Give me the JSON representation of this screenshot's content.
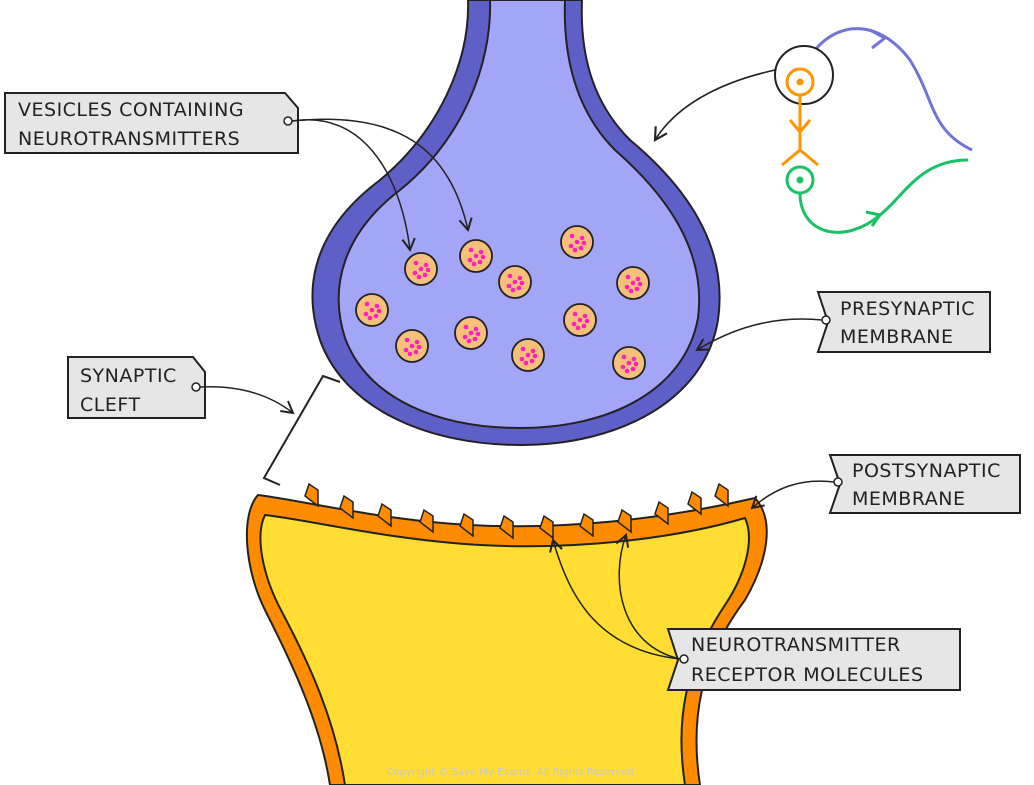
{
  "labels": {
    "vesicles": {
      "line1": "VESICLES   CONTAINING",
      "line2": "NEUROTRANSMITTERS"
    },
    "presynaptic": {
      "line1": "PRESYNAPTIC",
      "line2": "MEMBRANE"
    },
    "synaptic_cleft": {
      "line1": "SYNAPTIC",
      "line2": "CLEFT"
    },
    "postsynaptic": {
      "line1": "POSTSYNAPTIC",
      "line2": "MEMBRANE"
    },
    "receptor": {
      "line1": "NEUROTRANSMITTER",
      "line2": "RECEPTOR    MOLECULES"
    }
  },
  "copyright": "Copyright © Save My Exams. All Rights Reserved",
  "colors": {
    "presynaptic_fill": "#a3a5f7",
    "presynaptic_membrane": "#5f5fc8",
    "postsynaptic_fill": "#ffdd33",
    "postsynaptic_membrane": "#ff8c00",
    "vesicle_fill": "#f7c07a",
    "neurotransmitter_dot": "#ff1fbf",
    "neuron_orange": "#ff9500",
    "neuron_green": "#18c265",
    "neuron_blue": "#7373d6",
    "label_box": "#e6e6e6"
  }
}
